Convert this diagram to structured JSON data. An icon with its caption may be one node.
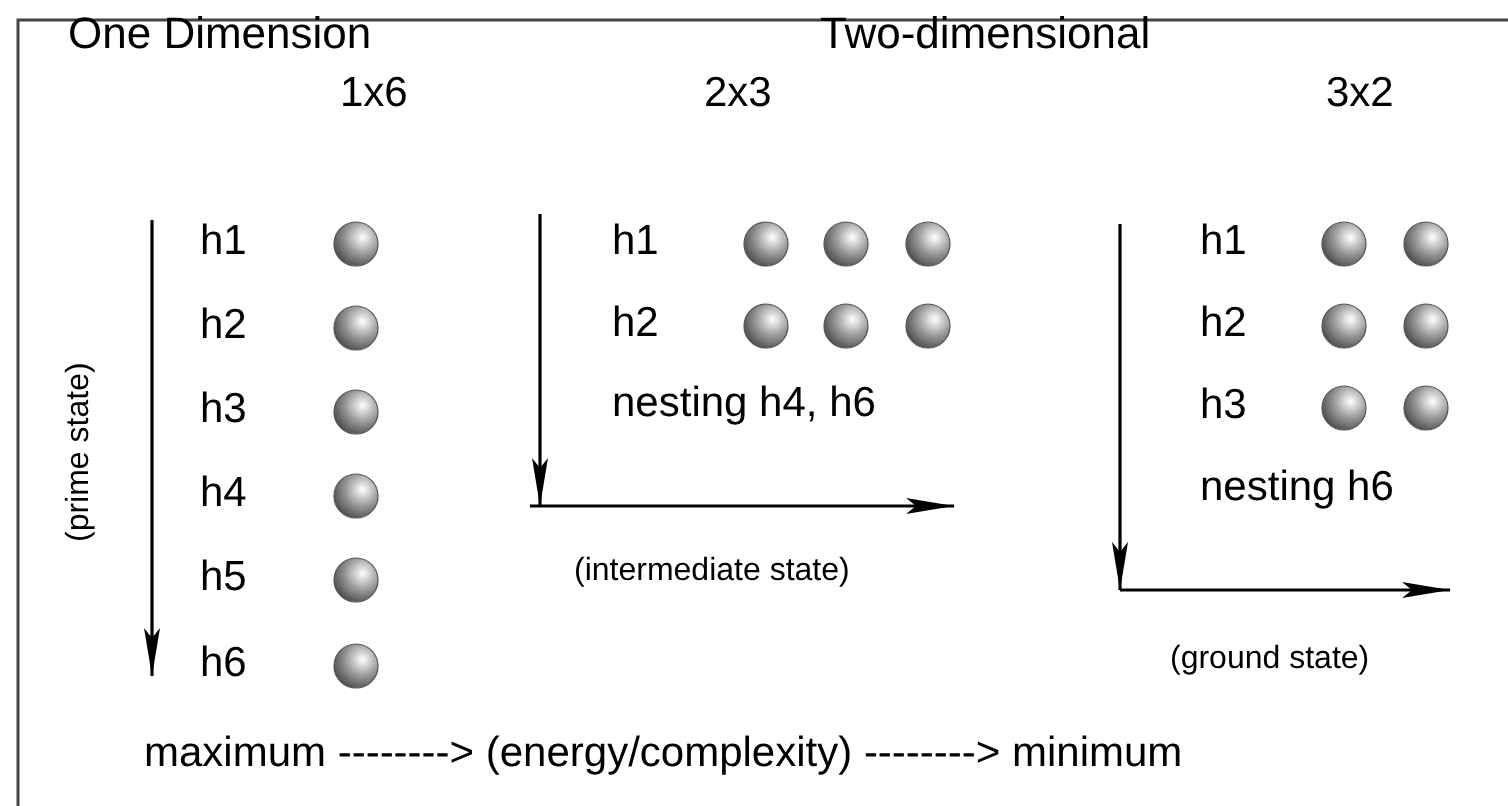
{
  "diagram": {
    "labels": [
      "One Dimension",
      "Two-dimensional",
      "1x6",
      "h1",
      "h2",
      "h3",
      "h4",
      "h5",
      "h6",
      "(prime state)",
      "2x3",
      "h1",
      "h2",
      "nesting h4, h6",
      "(intermediate state)",
      "3x2",
      "h1",
      "h2",
      "h3",
      "nesting h6",
      "(ground state)",
      "maximum --------> (energy/complexity) --------> minimum"
    ]
  }
}
